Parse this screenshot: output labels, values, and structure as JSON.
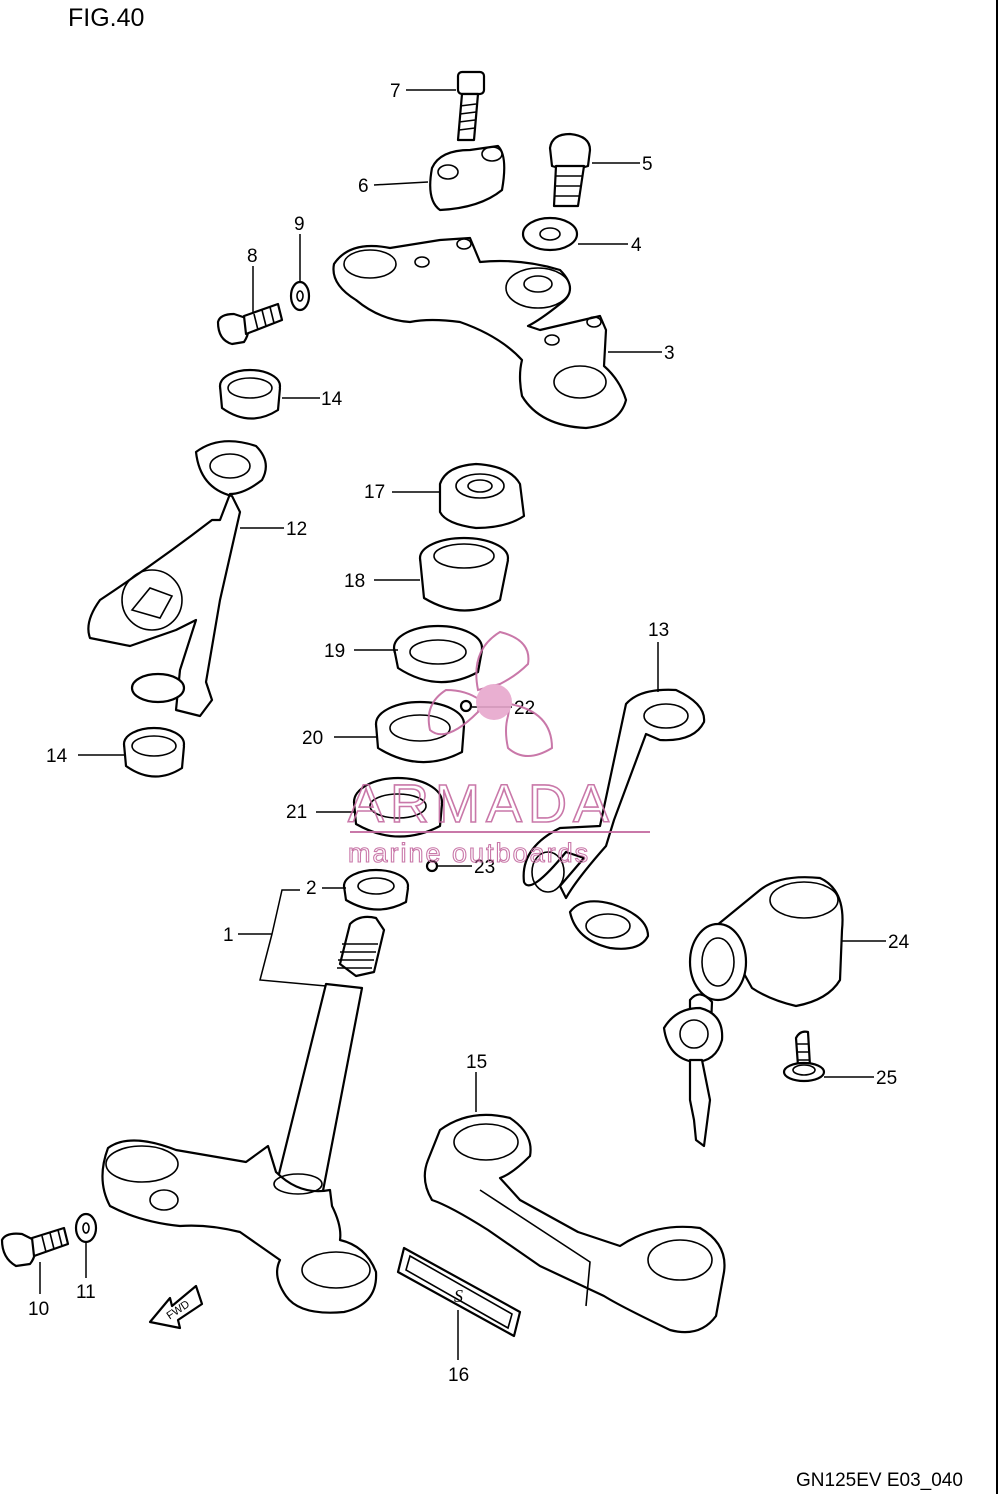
{
  "figure_title": "FIG.40",
  "drawing_code": "GN125EV E03_040",
  "fwd_arrow_label": "FWD",
  "emblem_letter": "S",
  "watermark": {
    "brand": "ARMADA",
    "tagline": "marine outboards",
    "color": "#c46aa0"
  },
  "part_labels": [
    "1",
    "2",
    "3",
    "4",
    "5",
    "6",
    "7",
    "8",
    "9",
    "10",
    "11",
    "12",
    "13",
    "14",
    "14",
    "15",
    "16",
    "17",
    "18",
    "19",
    "20",
    "21",
    "22",
    "23",
    "24",
    "25"
  ]
}
